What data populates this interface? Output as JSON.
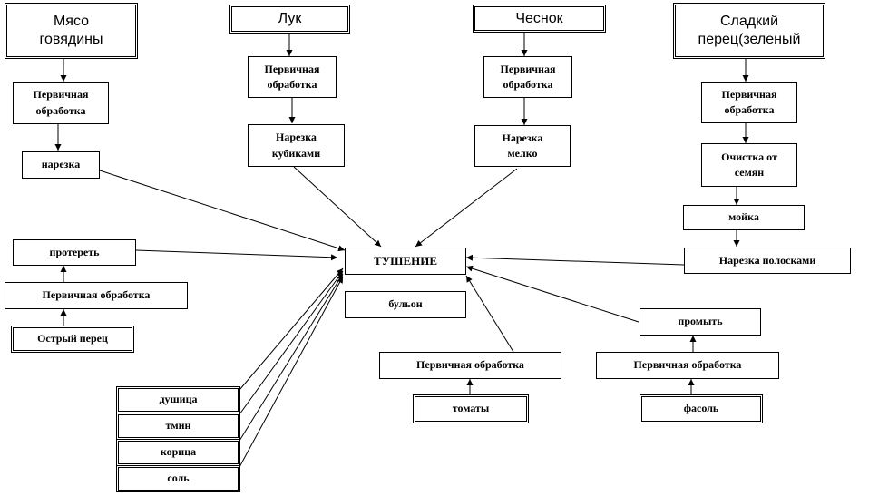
{
  "ingredients": {
    "beef": "Мясо говядины",
    "onion": "Лук",
    "garlic": "Чеснок",
    "pepper": "Сладкий перец(зеленый",
    "hot_pepper": "Острый перец",
    "tomatoes": "томаты",
    "beans": "фасоль",
    "allspice": "душица",
    "cumin": "тмин",
    "cinnamon": "корица",
    "salt": "соль"
  },
  "steps": {
    "beef_primary": "Первичная обработка",
    "beef_cut": "нарезка",
    "onion_primary": "Первичная обработка",
    "onion_cut": "Нарезка кубиками",
    "garlic_primary": "Первичная обработка",
    "garlic_cut": "Нарезка мелко",
    "pepper_primary": "Первичная обработка",
    "pepper_seeds": "Очистка от семян",
    "pepper_wash": "мойка",
    "pepper_cut": "Нарезка полосками",
    "hot_primary": "Первичная обработка",
    "hot_rub": "протереть",
    "broth": "бульон",
    "tomato_primary": "Первичная обработка",
    "beans_primary": "Первичная обработка",
    "beans_rinse": "промыть"
  },
  "main_process": "ТУШЕНИЕ"
}
